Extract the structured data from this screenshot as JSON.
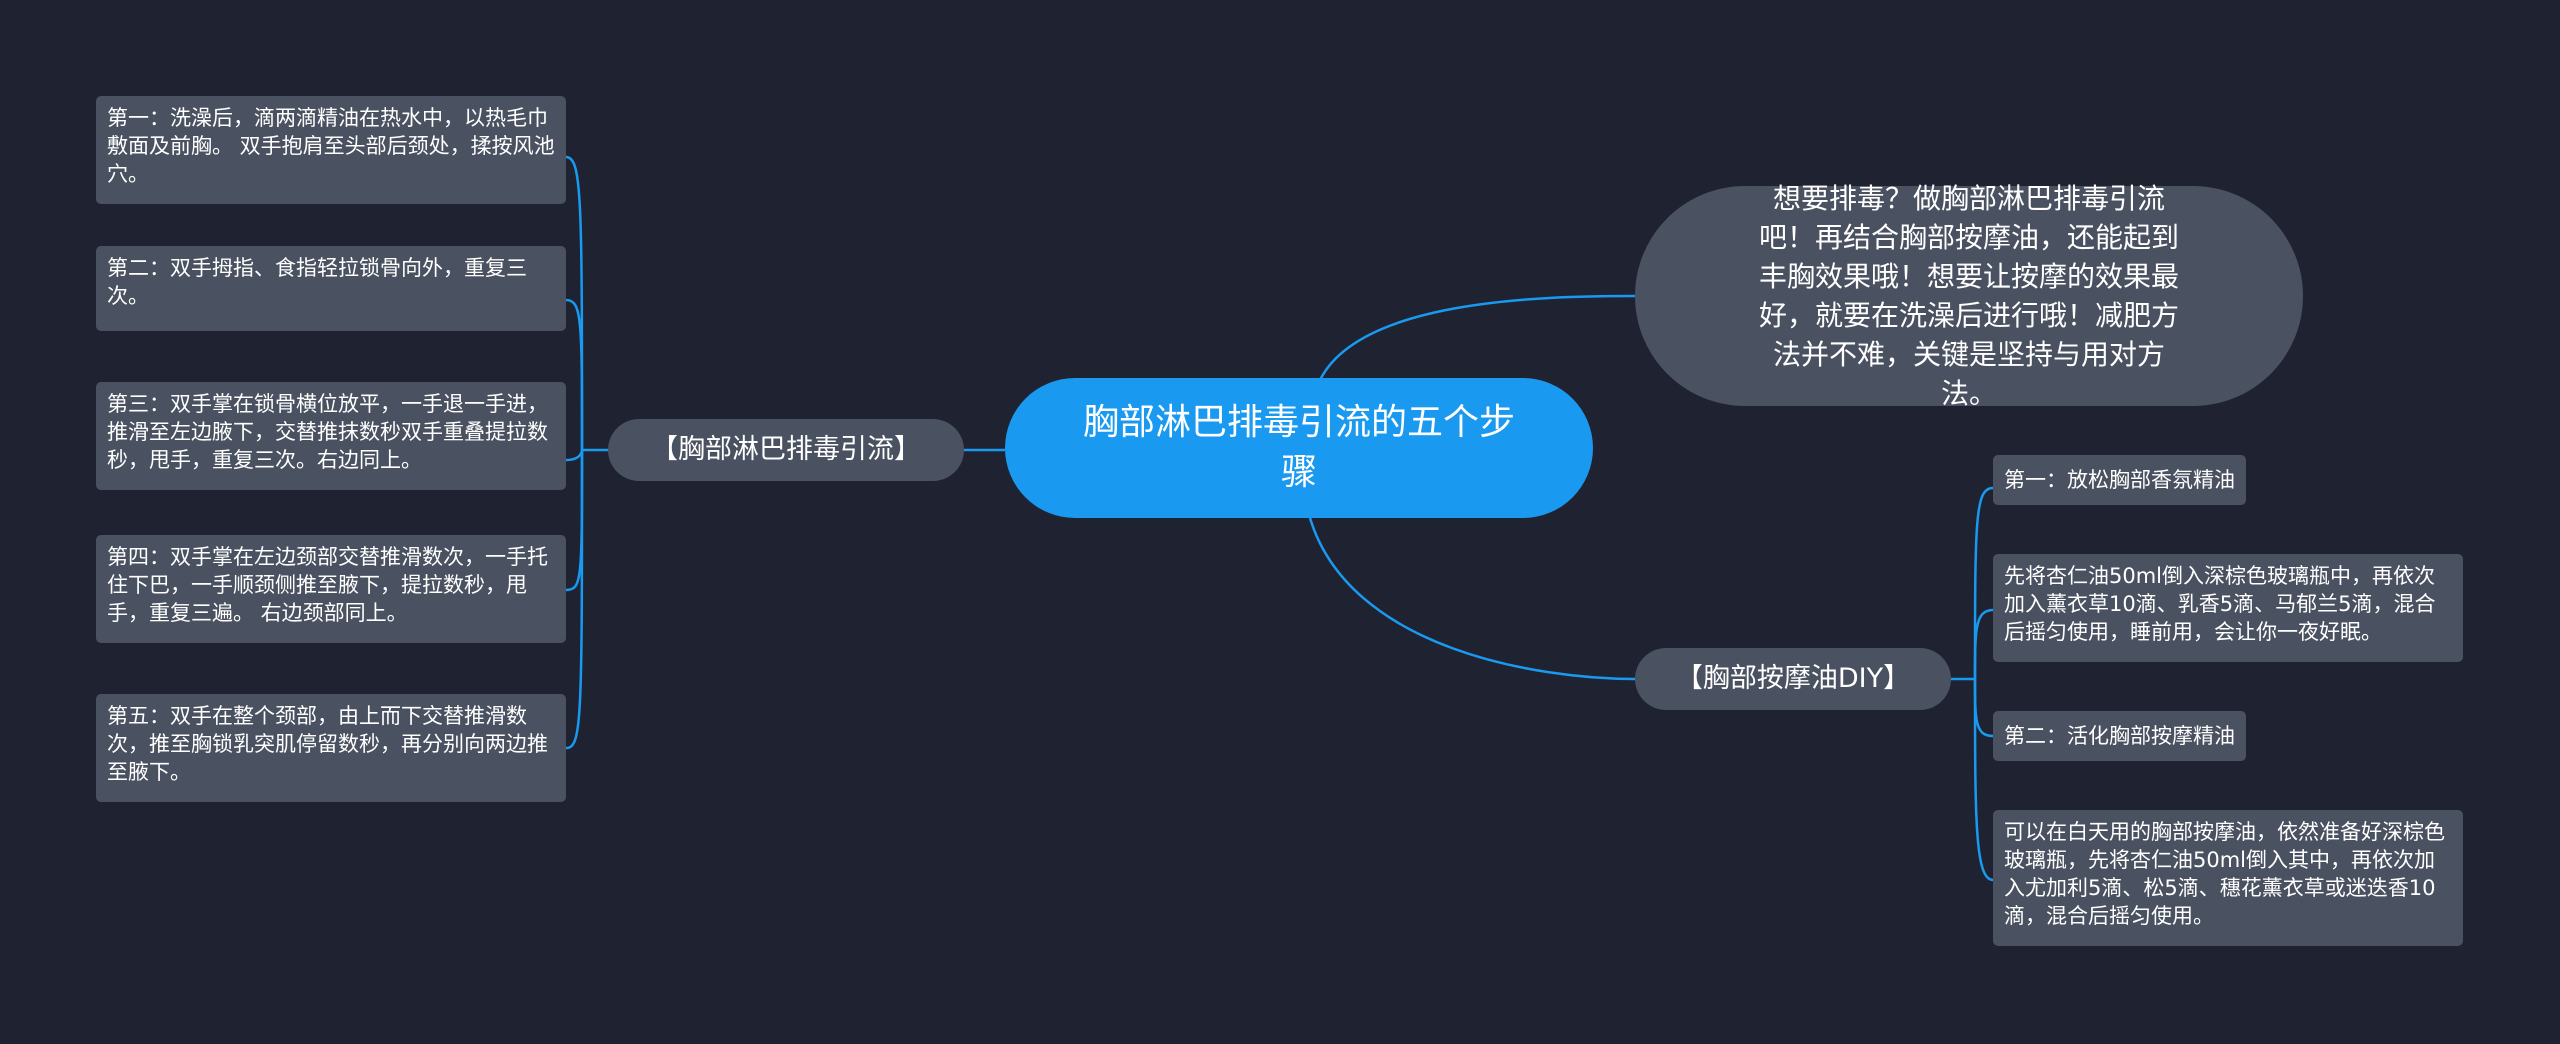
{
  "mindmap": {
    "root": {
      "label": "胸部淋巴排毒引流的五个步骤"
    },
    "summary": {
      "text": "想要排毒？做胸部淋巴排毒引流吧！再结合胸部按摩油，还能起到丰胸效果哦！想要让按摩的效果最好，就要在洗澡后进行哦！减肥方法并不难，关键是坚持与用对方法。"
    },
    "left_branch": {
      "label": "【胸部淋巴排毒引流】",
      "items": [
        "第一：洗澡后，滴两滴精油在热水中，以热毛巾敷面及前胸。 双手抱肩至头部后颈处，揉按风池穴。",
        "第二：双手拇指、食指轻拉锁骨向外，重复三次。",
        "第三：双手掌在锁骨横位放平，一手退一手进，推滑至左边腋下，交替推抹数秒双手重叠提拉数秒，甩手，重复三次。右边同上。",
        "第四：双手掌在左边颈部交替推滑数次，一手托住下巴，一手顺颈侧推至腋下，提拉数秒，甩手，重复三遍。 右边颈部同上。",
        "第五：双手在整个颈部，由上而下交替推滑数次，推至胸锁乳突肌停留数秒，再分别向两边推至腋下。"
      ]
    },
    "right_branch": {
      "label": "【胸部按摩油DIY】",
      "items": [
        "第一：放松胸部香氛精油",
        "先将杏仁油50ml倒入深棕色玻璃瓶中，再依次加入薰衣草10滴、乳香5滴、马郁兰5滴，混合后摇匀使用，睡前用，会让你一夜好眠。",
        "第二：活化胸部按摩精油",
        "可以在白天用的胸部按摩油，依然准备好深棕色玻璃瓶，先将杏仁油50ml倒入其中，再依次加入尤加利5滴、松5滴、穗花薰衣草或迷迭香10滴，混合后摇匀使用。"
      ]
    },
    "colors": {
      "background": "#1f2331",
      "root_fill": "#1a99f0",
      "node_fill": "#4a5160",
      "connector": "#1a99f0",
      "text": "#ffffff"
    }
  }
}
